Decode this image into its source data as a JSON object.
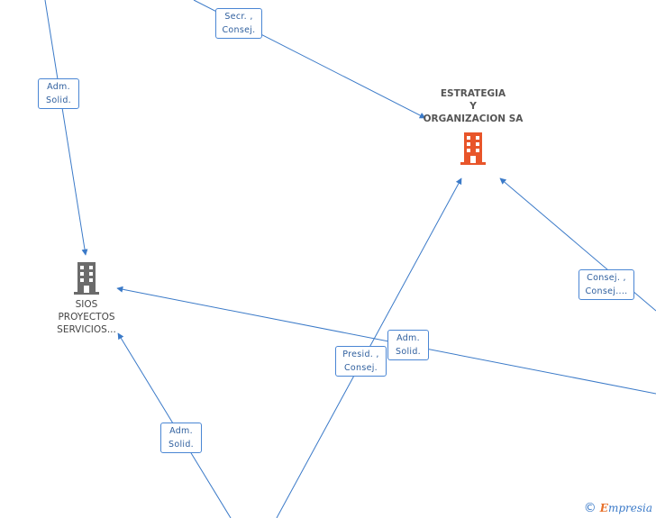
{
  "nodes": {
    "estrategia": {
      "name_lines": [
        "ESTRATEGIA",
        "Y",
        "ORGANIZACION SA"
      ],
      "icon": "building-icon",
      "color": "#e8552a"
    },
    "sios": {
      "name_lines": [
        "SIOS",
        "PROYECTOS",
        "SERVICIOS..."
      ],
      "icon": "building-icon",
      "color": "#6b6b6b"
    }
  },
  "edge_labels": [
    {
      "id": "secr-consej",
      "lines": [
        "Secr. ,",
        "Consej."
      ]
    },
    {
      "id": "adm-solid-top",
      "lines": [
        "Adm.",
        "Solid."
      ]
    },
    {
      "id": "consej-consej",
      "lines": [
        "Consej. ,",
        "Consej...."
      ]
    },
    {
      "id": "adm-solid-mid",
      "lines": [
        "Adm.",
        "Solid."
      ]
    },
    {
      "id": "presid-consej",
      "lines": [
        "Presid. ,",
        "Consej."
      ]
    },
    {
      "id": "adm-solid-bottom",
      "lines": [
        "Adm.",
        "Solid."
      ]
    }
  ],
  "colors": {
    "edge": "#3b7ac8",
    "label_border": "#4a86d4"
  },
  "watermark": {
    "symbol": "©",
    "brand_initial": "E",
    "brand_rest": "mpresia"
  }
}
